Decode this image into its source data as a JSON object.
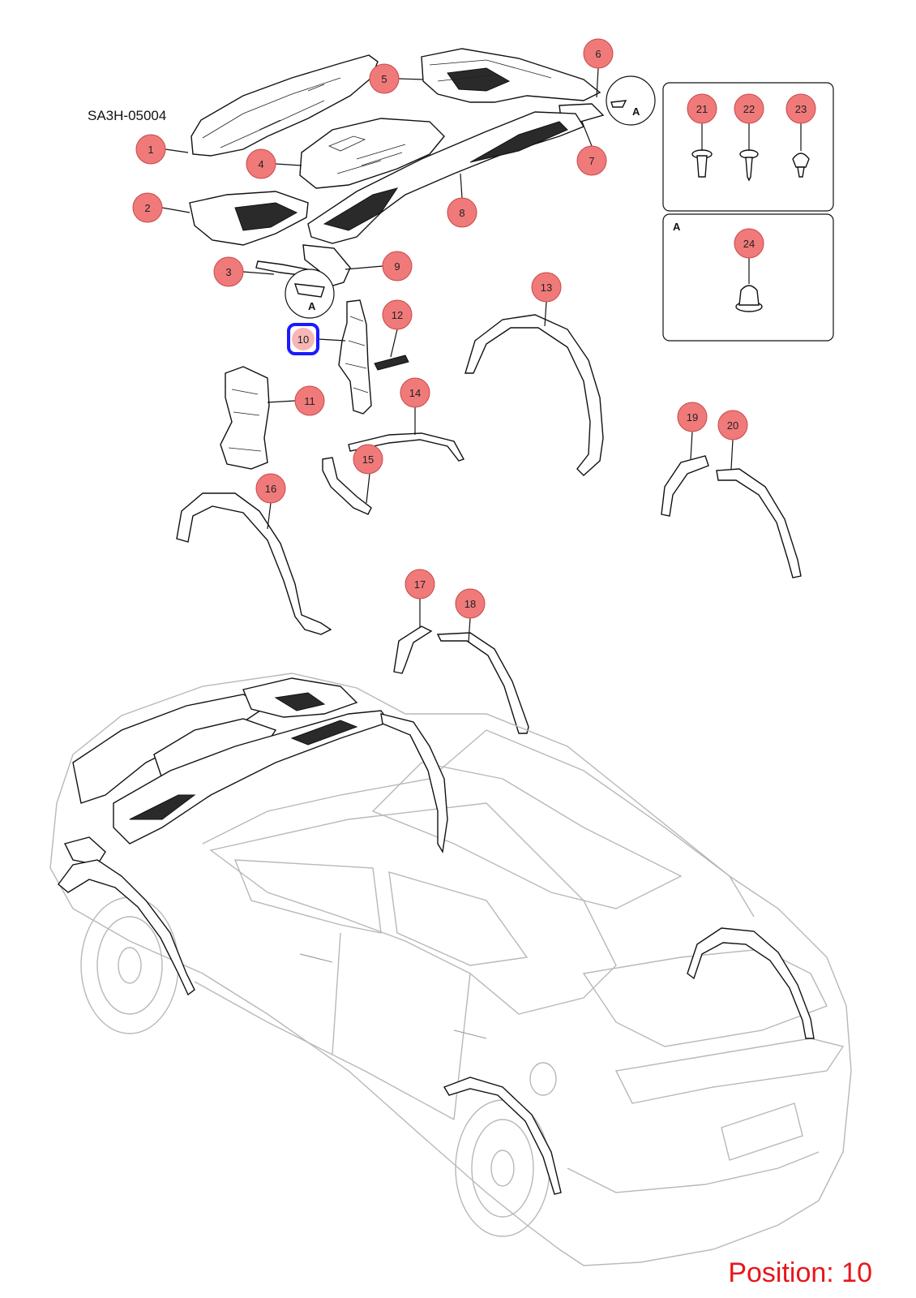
{
  "diagram": {
    "code": "SA3H-05004",
    "position_label": "Position: 10",
    "highlight": "10",
    "detail_label": "A",
    "accent_color": "#f07a7a",
    "highlight_color": "#1a1aff",
    "position_color": "#e8161a",
    "callouts": [
      "1",
      "2",
      "3",
      "4",
      "5",
      "6",
      "7",
      "8",
      "9",
      "10",
      "11",
      "12",
      "13",
      "14",
      "15",
      "16",
      "17",
      "18",
      "19",
      "20",
      "21",
      "22",
      "23",
      "24"
    ]
  }
}
